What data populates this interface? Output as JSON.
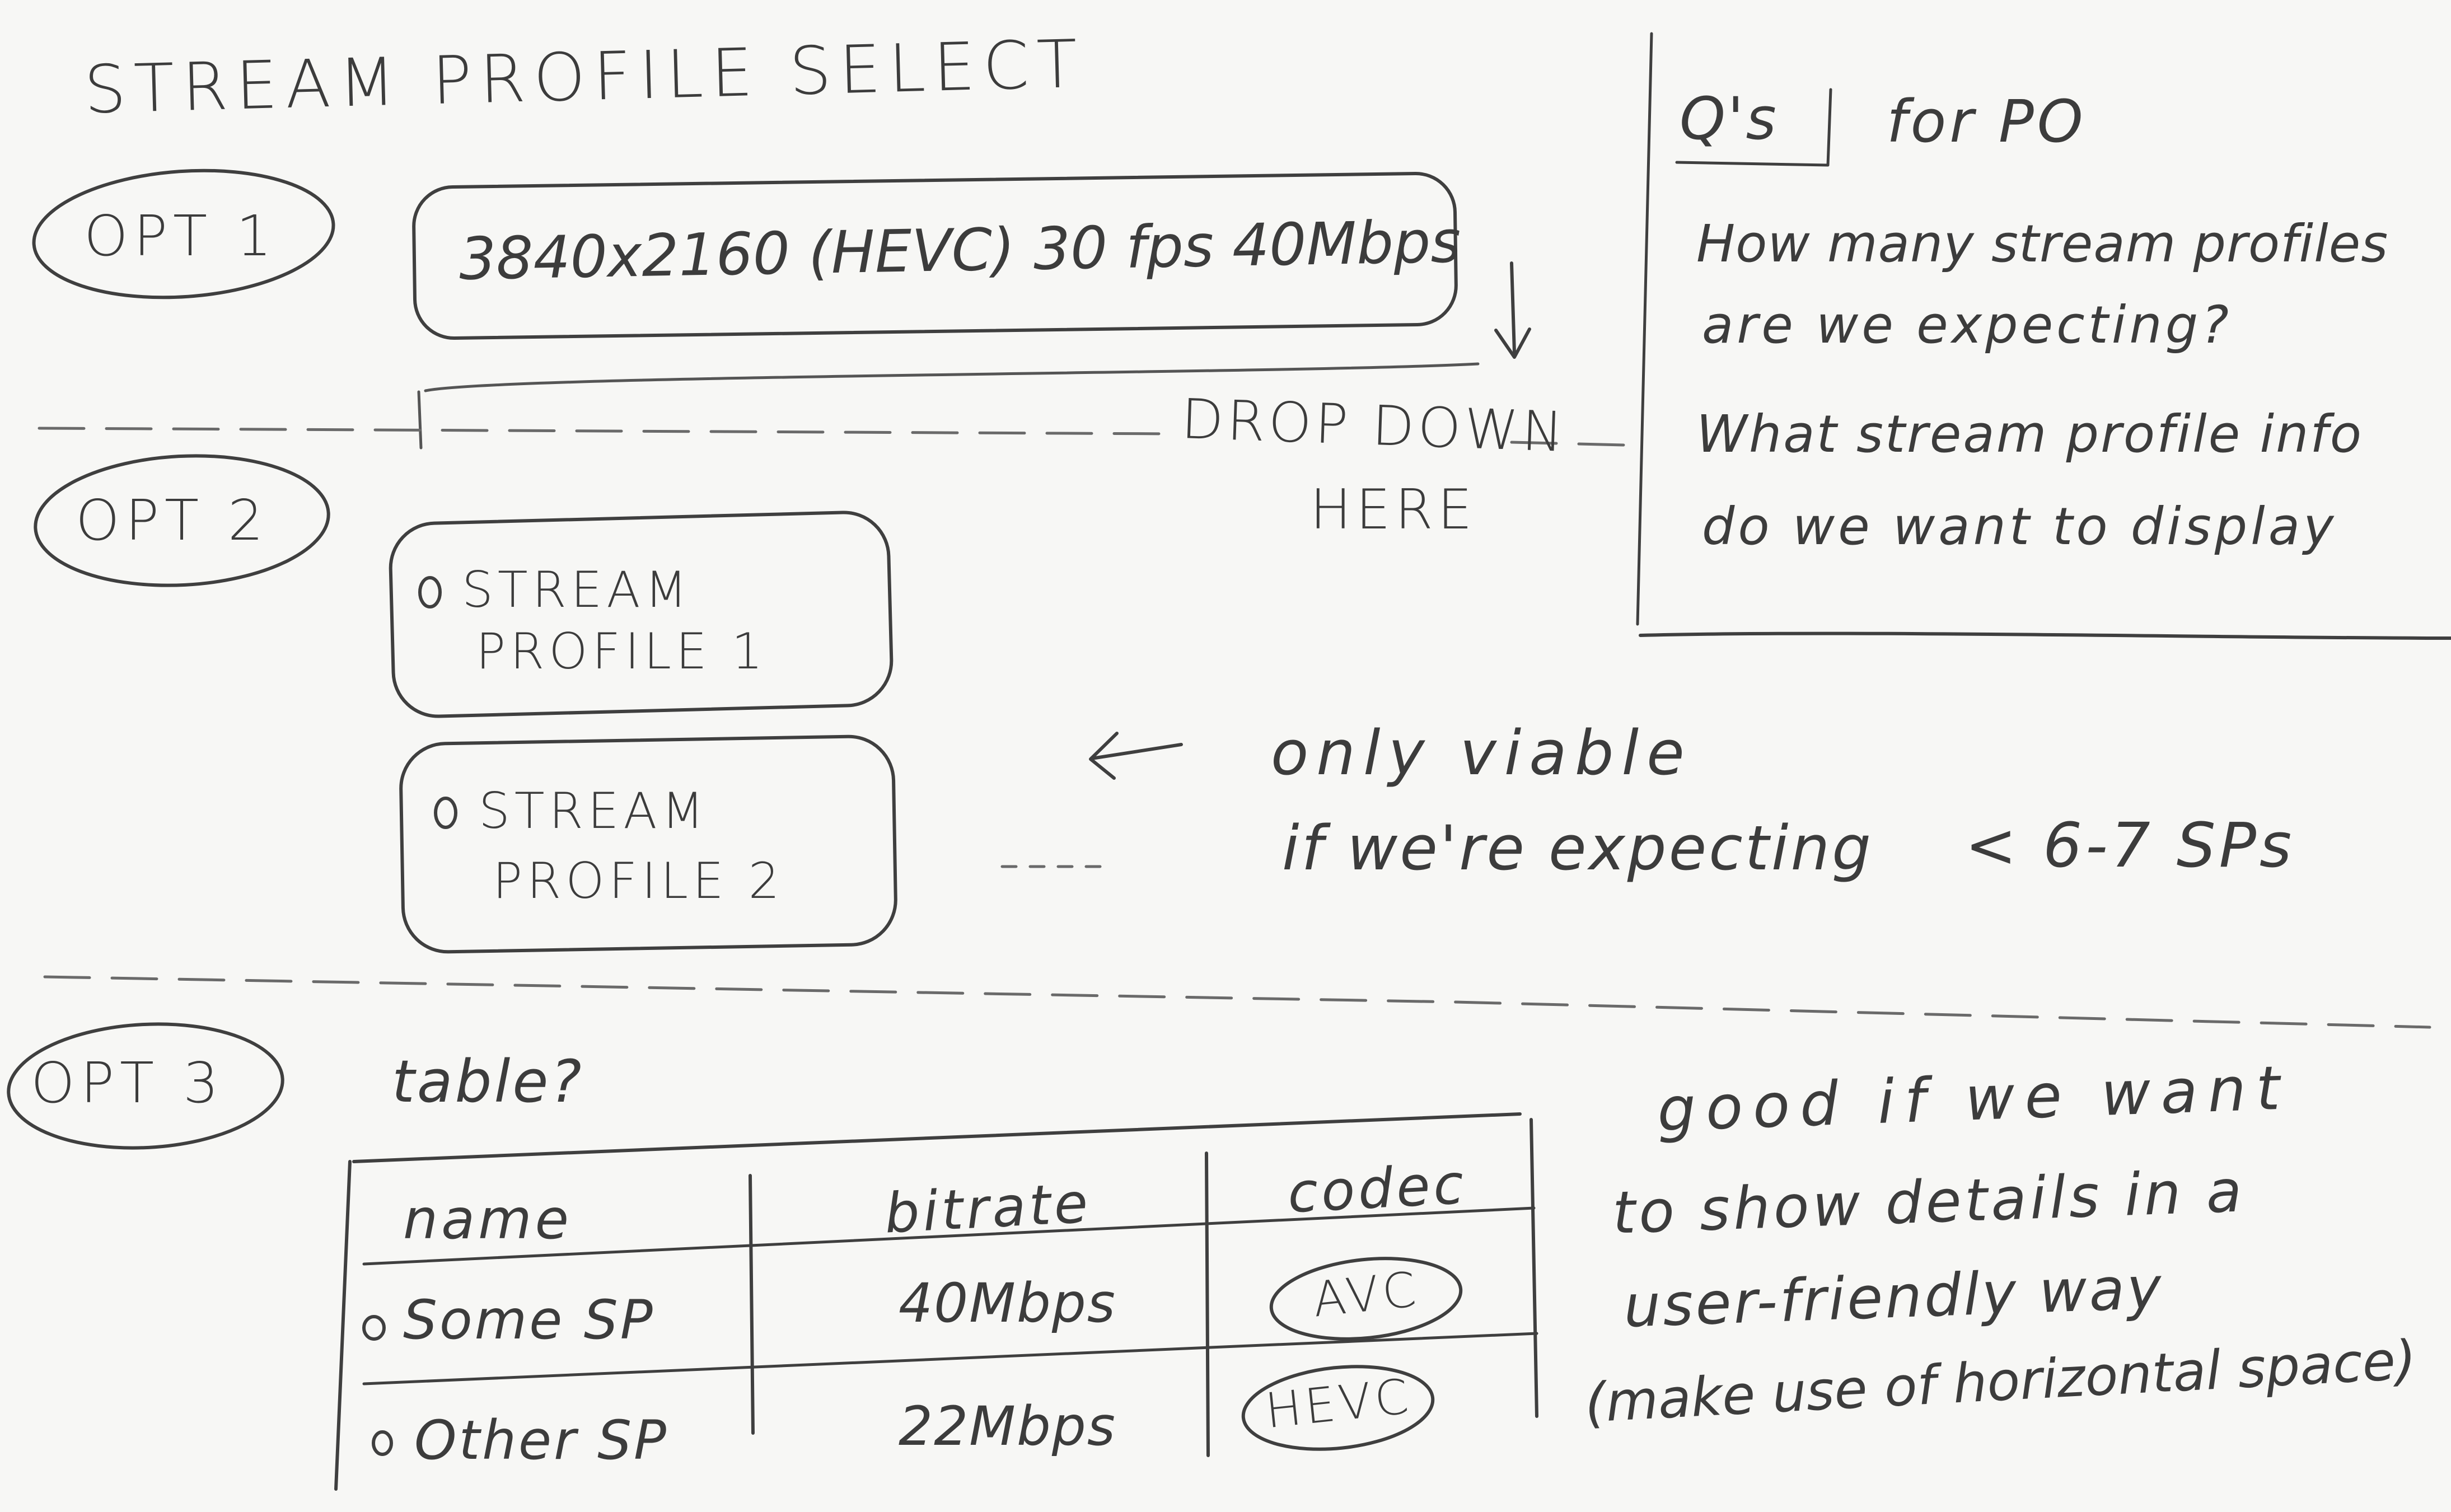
{
  "title": "STREAM PROFILE SELECT",
  "options": {
    "opt1": {
      "label": "OPT 1",
      "dropdown_value": "3840x2160 (HEVC) 30 fps 40Mbps",
      "arrow_glyph": "↓",
      "note_line1": "DROP DOWN",
      "note_line2": "HERE"
    },
    "opt2": {
      "label": "OPT 2",
      "radio_items": [
        {
          "line1": "STREAM",
          "line2": "PROFILE 1"
        },
        {
          "line1": "STREAM",
          "line2": "PROFILE 2"
        }
      ],
      "arrow_glyph": "←",
      "note_line1": "only viable",
      "note_line2": "if we're expecting",
      "note_line3": "< 6-7 SPs"
    },
    "opt3": {
      "label": "OPT 3",
      "question": "table?",
      "table": {
        "columns": [
          "name",
          "bitrate",
          "codec"
        ],
        "rows": [
          {
            "name": "Some SP",
            "bitrate": "40Mbps",
            "codec": "AVC"
          },
          {
            "name": "Other SP",
            "bitrate": "22Mbps",
            "codec": "HEVC"
          }
        ]
      },
      "note_lines": [
        "good if we want",
        "to show details in a",
        "user-friendly way",
        "(make use of horizontal space)"
      ]
    }
  },
  "questions": {
    "header_left": "Q's",
    "header_right": "for PO",
    "q1_line1": "How many stream profiles",
    "q1_line2": "are we expecting?",
    "q2_line1": "What stream profile info",
    "q2_line2": "do we want to display"
  },
  "colors": {
    "paper": "#f7f7f5",
    "pencil": "#3c3c3c",
    "faint": "#8a8a8a"
  }
}
